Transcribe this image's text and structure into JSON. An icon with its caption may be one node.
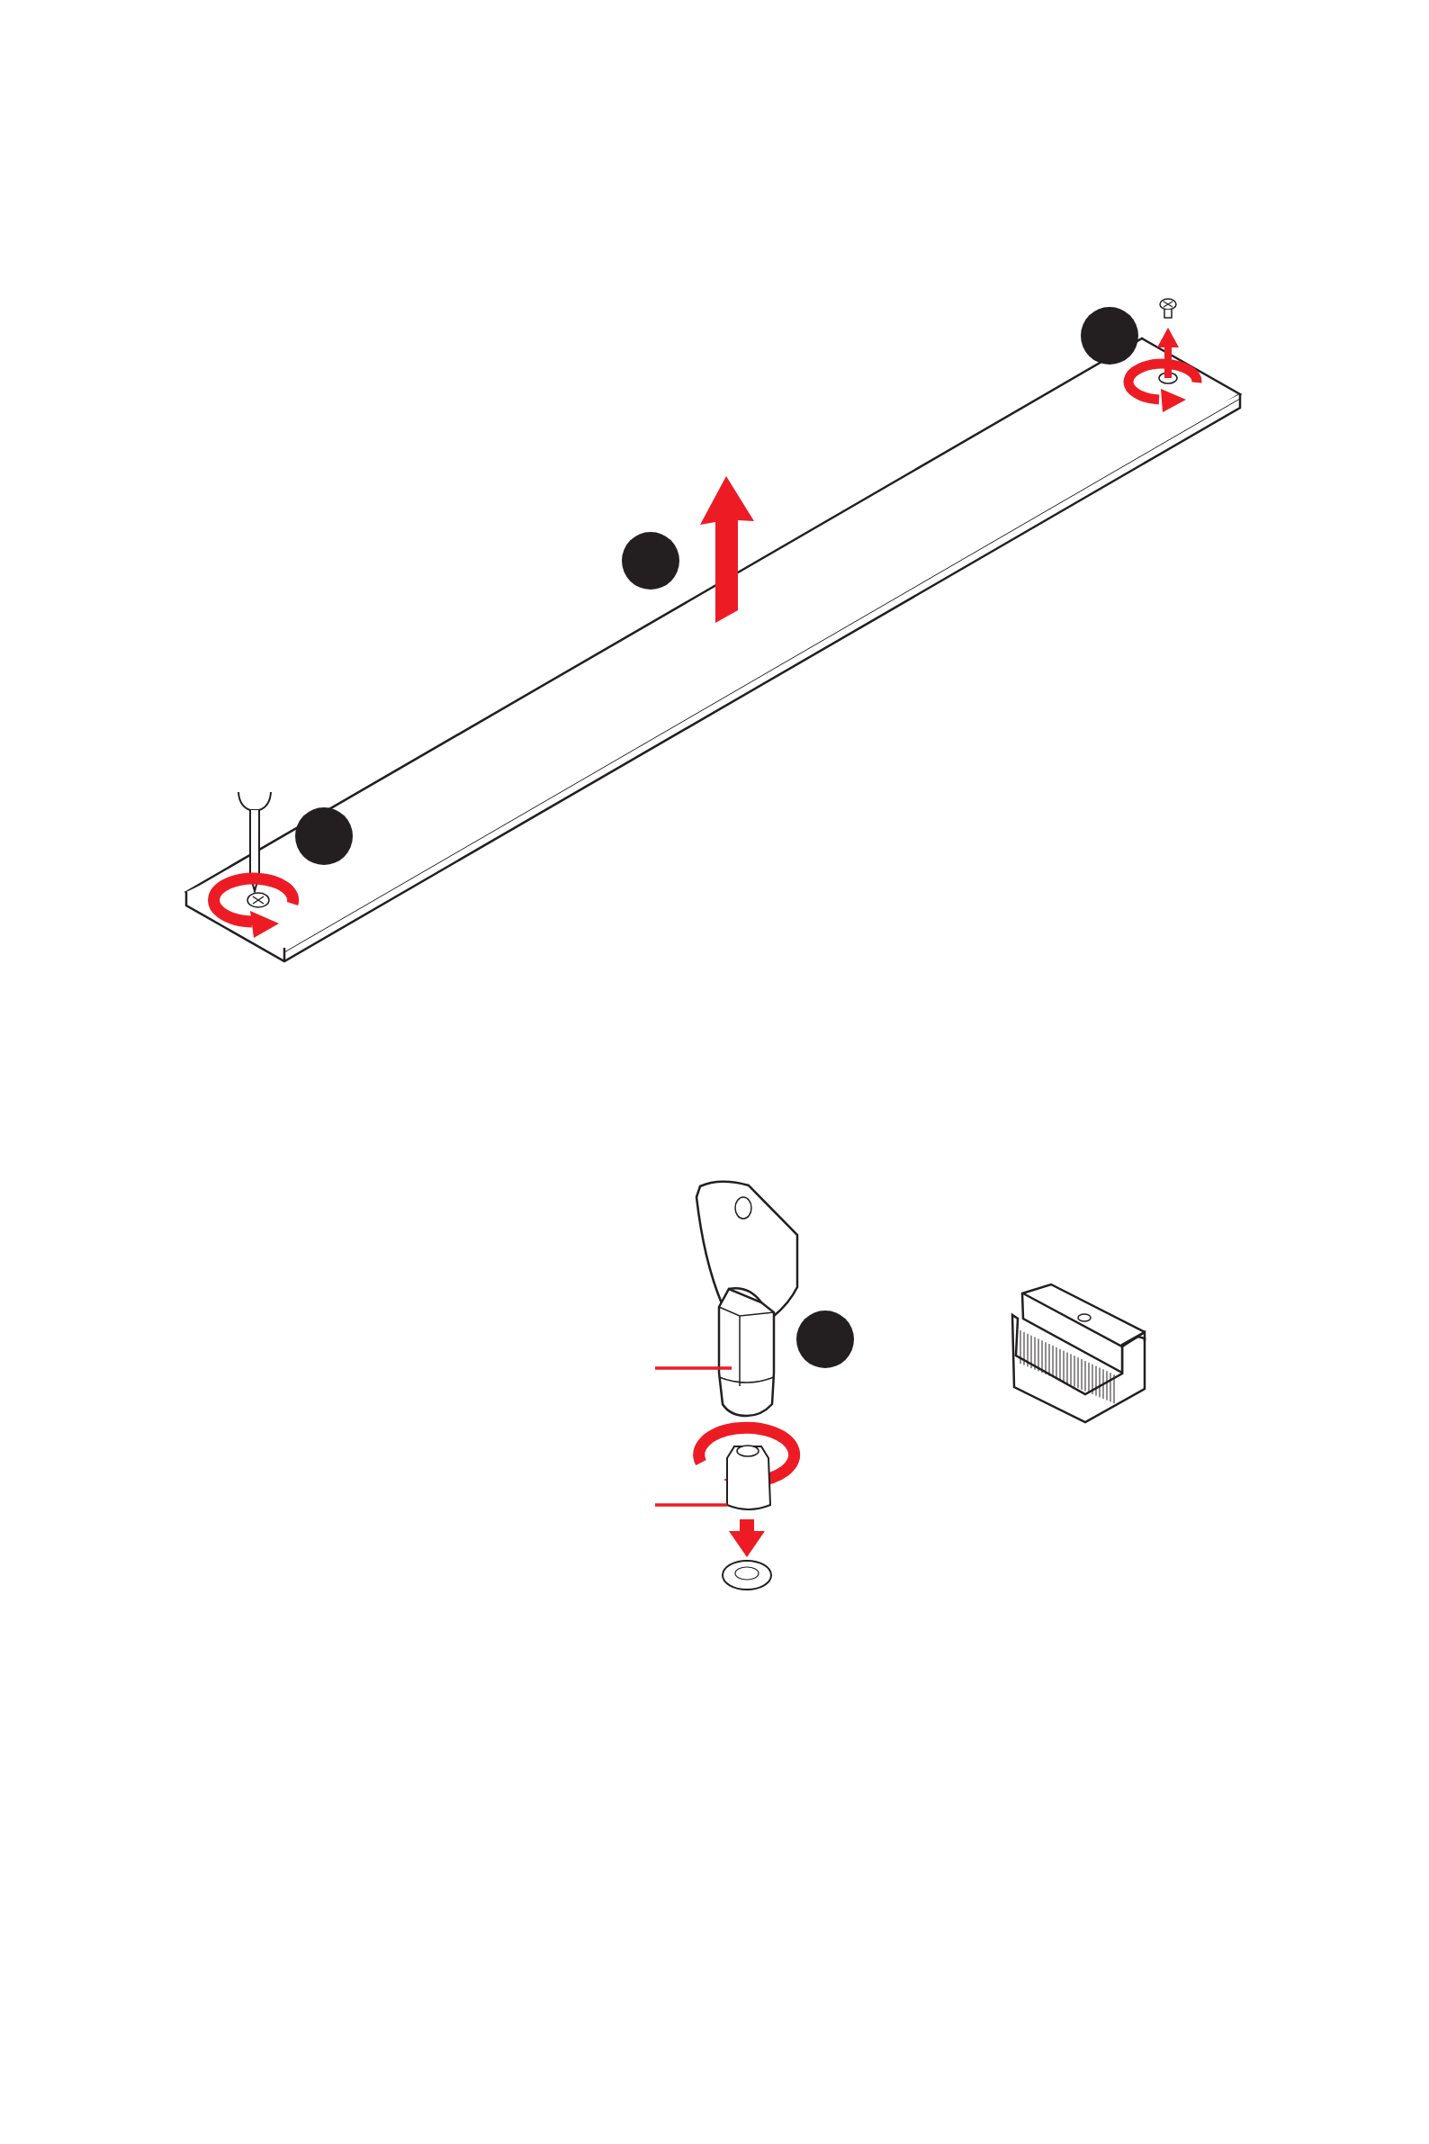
{
  "diagram": {
    "nodes": [
      {
        "text": [],
        "shape": "circle"
      },
      {
        "text": [],
        "shape": "circle"
      },
      {
        "text": [],
        "shape": "circle"
      },
      {
        "text": [],
        "shape": "picture"
      },
      {
        "text": [],
        "shape": "circle"
      },
      {
        "text": [],
        "shape": "picture"
      }
    ],
    "edges": [
      {
        "from": null,
        "to": 3,
        "arrow": "none",
        "color": "#ed1c24"
      },
      {
        "from": null,
        "to": 5,
        "arrow": "none",
        "color": "#ed1c24"
      }
    ]
  }
}
